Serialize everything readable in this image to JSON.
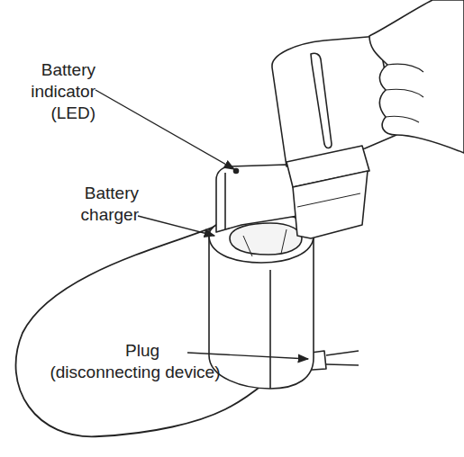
{
  "diagram": {
    "labels": [
      "Battery indicator (LED)",
      "Battery charger",
      "Plug",
      "(disconnecting device)"
    ]
  }
}
